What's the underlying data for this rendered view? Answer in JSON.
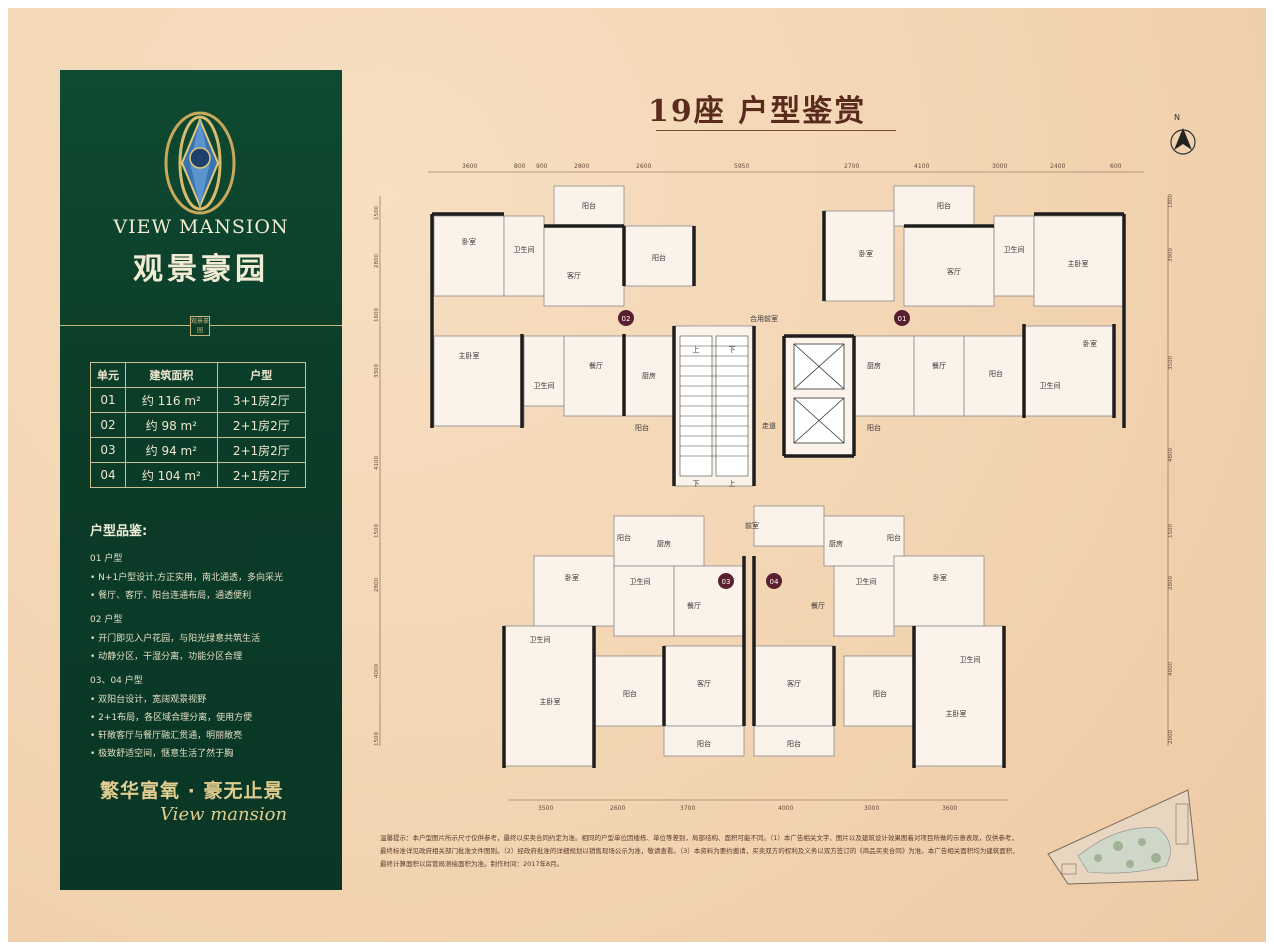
{
  "brand": {
    "name_en": "VIEW MANSION",
    "name_cn": "观景豪园",
    "seal_text": "观景豪园"
  },
  "unit_table": {
    "headers": [
      "单元",
      "建筑面积",
      "户型"
    ],
    "rows": [
      [
        "01",
        "约 116 m²",
        "3+1房2厅"
      ],
      [
        "02",
        "约 98 m²",
        "2+1房2厅"
      ],
      [
        "03",
        "约 94 m²",
        "2+1房2厅"
      ],
      [
        "04",
        "约 104 m²",
        "2+1房2厅"
      ]
    ]
  },
  "features": {
    "title": "户型品鉴:",
    "groups": [
      {
        "head": "01 户型",
        "items": [
          "• N+1户型设计,方正实用，南北通透，多向采光",
          "• 餐厅、客厅、阳台连通布局，通透便利"
        ]
      },
      {
        "head": "02 户型",
        "items": [
          "• 开门即见入户花园，与阳光绿意共筑生活",
          "• 动静分区，干湿分离，功能分区合理"
        ]
      },
      {
        "head": "03、04 户型",
        "items": [
          "• 双阳台设计，宽阔观景视野",
          "• 2+1布局，各区域合理分离，使用方便",
          "• 轩敞客厅与餐厅融汇贯通，明丽敞亮",
          "• 极致舒适空间，惬意生活了然于胸"
        ]
      }
    ]
  },
  "slogan": {
    "cn": "繁华富氧 · 豪无止景",
    "en": "View mansion"
  },
  "title": "19座 户型鉴赏",
  "north_label": "N",
  "plan": {
    "top_dims": [
      "3600",
      "800",
      "900",
      "2800",
      "2600",
      "5950",
      "2700",
      "4100",
      "3000",
      "2400",
      "600"
    ],
    "bottom_dims": [
      "3500",
      "2600",
      "3700",
      "4000",
      "3000",
      "3600"
    ],
    "left_dims": [
      "1500",
      "2800",
      "1600",
      "3300",
      "4100",
      "1500",
      "2800",
      "4000",
      "1500"
    ],
    "right_dims": [
      "1800",
      "3900",
      "3500",
      "4800",
      "1500",
      "2800",
      "4000",
      "2000"
    ],
    "unit_markers": [
      "02",
      "01",
      "03",
      "04"
    ],
    "rooms": {
      "balcony": "阳台",
      "bedroom": "卧室",
      "master_bedroom": "主卧室",
      "bathroom": "卫生间",
      "living": "客厅",
      "dining": "餐厅",
      "kitchen": "厨房",
      "shared_foyer": "合用前室",
      "corridor": "走道",
      "foyer": "前室",
      "stair_up": "上",
      "stair_down": "下"
    }
  },
  "note": "温馨提示：本户型图片所示尺寸仅供参考，最终以买卖合同约定为准。相同的户型单位因楼栋、单位等差别，局部结构、面积可能不同。（1）本广告相关文字、图片以及建筑设计效果图着对项目所做的示意表现，仅供参考，最终标准详见政府相关部门批准文件图则。（2）经政府批准的详细规划以销售现场公示为准，敬请查看。（3）本资料为要约邀请，买卖双方的权利及义务以双方签订的《商品买卖合同》为准。本广告相关面积均为建筑面积，最终计算面积以房管局测绘面积为准。制作时间：2017年8月。",
  "colors": {
    "panel": "#0b3d29",
    "background": "#f4d8b8",
    "title": "#5a2b1c",
    "gold": "#c9b47a"
  }
}
